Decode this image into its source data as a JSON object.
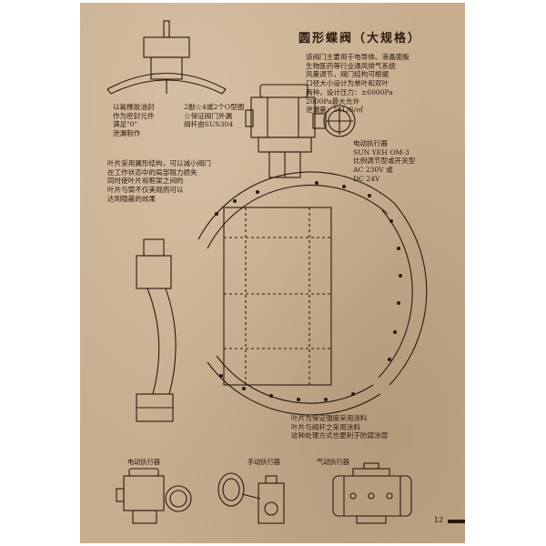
{
  "title": "圆形蝶阀（大规格）",
  "intro_text": "该阀门主要用于电导体、液晶面板\n生物医药等行业通风排气系统\n风量调节，阀门结构可根据\n口径大小设计为单叶和双叶\n两种，设计压力：±6000Pa\n2000Pa最大允许\n泄漏量：56L/S/㎡",
  "top_left_note": "以氟橡胶油封\n作为密封元件\n满足\"0\"\n泄漏制作",
  "top_mid_note": "2副☆4或2个O型圈\n☆保证阀门外漏\n阀杆由SUS304",
  "actuator_note": "电动执行器\nSUN YEH OM-3\n比例调节型或开关型\nAC 230V 或\nDC 24V",
  "blade_note": "叶片采用翼形结构，可以减小阀门\n在工作状态中的局部阻力损失\n同时使叶片和框架之间的\n叶片与筒不仅美观而可以\n达到隐蔽的效果",
  "material_note": "叶片为保证强度采用涂料\n叶片与阀杆之采用涂料\n这种处理方式也更利于防腐涂层",
  "bottom_labels": {
    "electric": "电动执行器",
    "manual": "手动执行器",
    "pneumatic": "气动执行器"
  },
  "page_number": "12",
  "colors": {
    "paper": "#c7ad8e",
    "ink": "#2a1a0e"
  }
}
